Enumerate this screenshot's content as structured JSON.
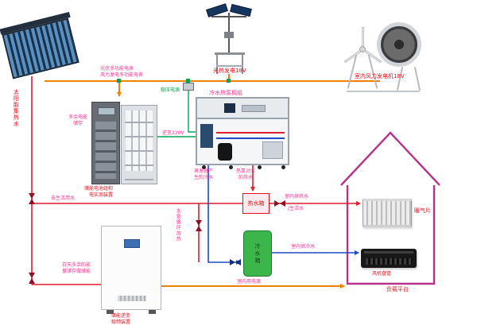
{
  "colors": {
    "power_line": "#f08200",
    "hot_line": "#e11d2e",
    "cold_line": "#2049c8",
    "signal_green": "#00a651",
    "annotation_pink": "#ff2f92",
    "label_red": "#e8101c",
    "house_outline": "#b5338a",
    "cold_tank_fill": "#3cb54a",
    "valve_red": "#8f1020",
    "valve_blue": "#12307e"
  },
  "labels": {
    "solar_collector": "太阳能集热水",
    "pv_generator": "光热发电18V",
    "wind_generator": "室内风力发电机18V",
    "pv_meter_note": "光伏多功能电表",
    "wind_meter_note": "风力发电多功能电表",
    "voltage_regulator": "稳压电源",
    "heat_pump_unit": "冷水热泵机组",
    "inverter_220v": "逆变220V",
    "battery_cabinet_line1": "储能电池组和",
    "battery_cabinet_line2": "电实测装置",
    "excess_energy_line1": "多余电能",
    "excess_energy_line2": "储存",
    "evaporator_note_line1": "蒸发器产",
    "evaporator_note_line2": "生的冷水",
    "heat_pump_hot_line1": "热泵对应",
    "heat_pump_hot_line2": "的热水",
    "domestic_water": "去生活用水",
    "pump_circulation": "水泵循环加热",
    "hot_tank": "热水箱",
    "cold_tank": "冷水箱",
    "indoor_hot_line1": "室内供热水",
    "indoor_hot_line2": "/生活水",
    "indoor_cold": "室内供冷水",
    "indoor_power": "室内用电源",
    "daytime_note_line1": "白天多余的能",
    "daytime_note_line2": "量储存做储能",
    "inverter_cabinet_line1": "储能逆变",
    "inverter_cabinet_line2": "稳频装置",
    "radiator": "暖气片",
    "fan_coil": "风机盘管",
    "load_platform": "负载平台"
  }
}
